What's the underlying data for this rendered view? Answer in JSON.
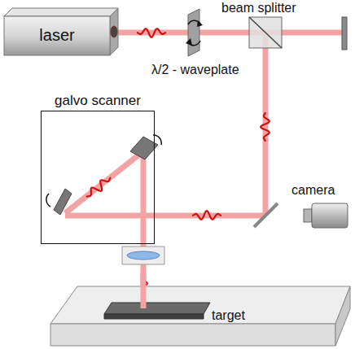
{
  "diagram": {
    "nodes": [
      {
        "text": [
          "laser"
        ]
      },
      {
        "text": [
          "galvo scanner"
        ]
      }
    ],
    "labels": [
      "λ/2 - waveplate",
      "beam splitter",
      "camera",
      "target"
    ]
  }
}
